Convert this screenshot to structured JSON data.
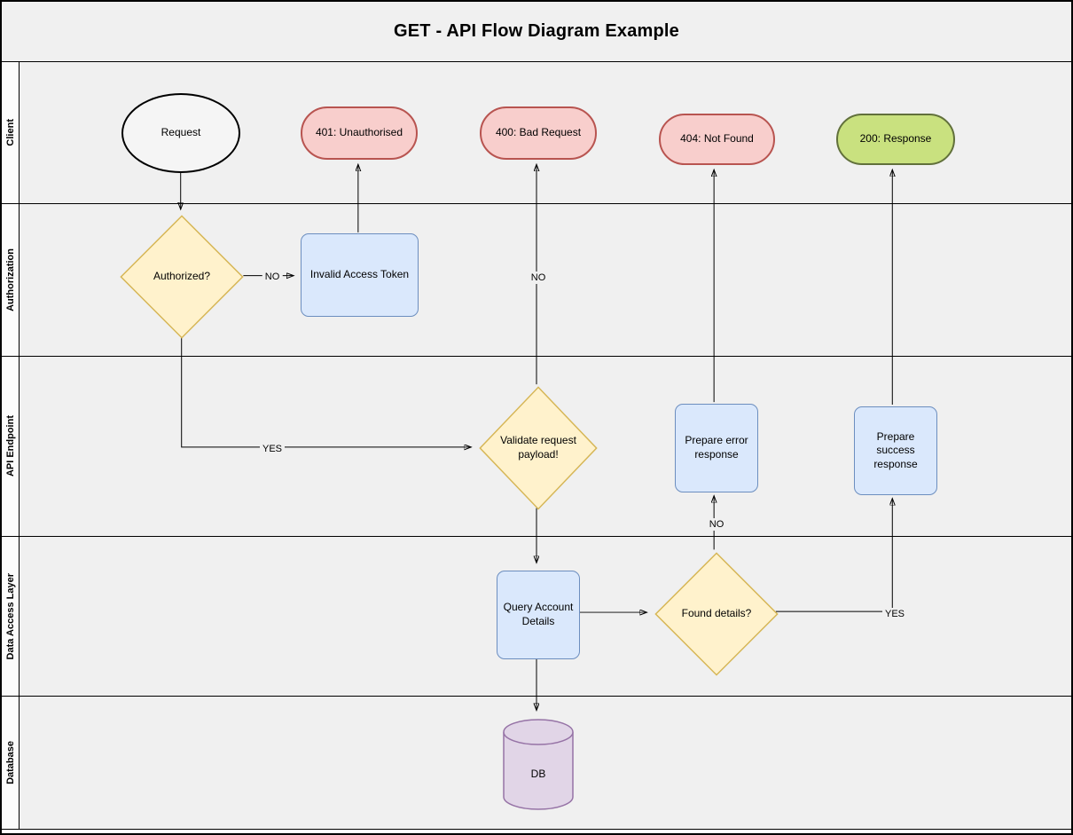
{
  "title": "GET - API Flow Diagram Example",
  "lanes": [
    {
      "label": "Client"
    },
    {
      "label": "Authorization"
    },
    {
      "label": "API Endpoint"
    },
    {
      "label": "Data Access Layer"
    },
    {
      "label": "Database"
    }
  ],
  "nodes": {
    "request": {
      "label": "Request"
    },
    "unauthorised": {
      "label": "401: Unauthorised"
    },
    "bad_request": {
      "label": "400: Bad Request"
    },
    "not_found": {
      "label": "404: Not Found"
    },
    "response_200": {
      "label": "200: Response"
    },
    "authorized": {
      "label": "Authorized?"
    },
    "invalid_token": {
      "label": "Invalid Access Token"
    },
    "validate": {
      "label": "Validate request payload!"
    },
    "prepare_error": {
      "label": "Prepare error response"
    },
    "prepare_success": {
      "label": "Prepare success response"
    },
    "query_account": {
      "label": "Query Account Details"
    },
    "found_details": {
      "label": "Found details?"
    },
    "db": {
      "label": "DB"
    }
  },
  "edge_labels": {
    "authorized_no": "NO",
    "authorized_yes": "YES",
    "validate_no": "NO",
    "found_no": "NO",
    "found_yes": "YES"
  },
  "colors": {
    "lane_bg": "#f0f0f0",
    "terminator_error_fill": "#f8cecc",
    "terminator_error_stroke": "#b85450",
    "terminator_success_fill": "#c9e17f",
    "terminator_success_stroke": "#61703b",
    "decision_fill": "#fff2cc",
    "decision_stroke": "#d6b656",
    "process_fill": "#dae8fc",
    "process_stroke": "#6c8ebf",
    "db_fill": "#e1d5e7",
    "db_stroke": "#9673a6"
  }
}
